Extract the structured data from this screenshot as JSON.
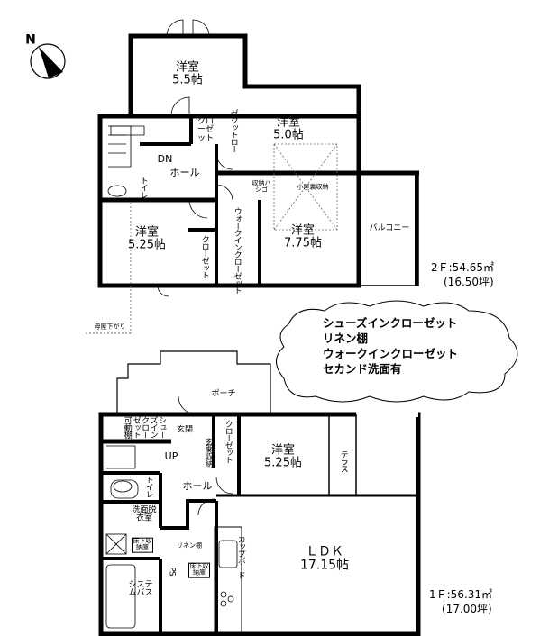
{
  "compass": {
    "label": "N"
  },
  "floor2": {
    "rooms": {
      "western_55": [
        "洋室",
        "5.5帖"
      ],
      "western_50": [
        "洋室",
        "5.0帖"
      ],
      "western_775": [
        "洋室",
        "7.75帖"
      ],
      "western_525": [
        "洋室",
        "5.25帖"
      ]
    },
    "labels": {
      "closet1": "クローゼット",
      "closet2": "ゼクットロー",
      "dn": "DN",
      "hall": "ホール",
      "toilet": "トイレ",
      "ladder": "収納ハシゴ",
      "attic": "小屋裏収納",
      "walkin": "ウォークインクローゼット",
      "closet3": "クローゼット",
      "balcony": "バルコニー",
      "roof_below": "母屋下がり"
    },
    "area": {
      "main": "2Ｆ:54.65㎡",
      "tsubo": "(16.50坪)"
    }
  },
  "callout": {
    "lines": [
      "シューズインクローゼット",
      "リネン棚",
      "ウォークインクローゼット",
      "セカンド洗面有"
    ]
  },
  "floor1": {
    "rooms": {
      "western_525": [
        "洋室",
        "5.25帖"
      ],
      "ldk": [
        "ＬＤＫ",
        "17.15帖"
      ]
    },
    "labels": {
      "porch": "ポーチ",
      "entrance": "玄関",
      "movable_shelf": "可動棚",
      "shoes_closet": "シューズインクローゼット",
      "entrance_storage": "玄関収納",
      "closet": "クローゼット",
      "terrace": "テラス",
      "up": "UP",
      "toilet": "トイレ",
      "hall": "ホール",
      "washroom": "洗面脱衣室",
      "underfloor1": "床下収納庫",
      "linen": "リネン棚",
      "underfloor2": "床下収納庫",
      "ps": "PS",
      "bath": "システムバス",
      "cupboard": "カップボード"
    },
    "area": {
      "main": "1Ｆ:56.31㎡",
      "tsubo": "(17.00坪)"
    }
  }
}
